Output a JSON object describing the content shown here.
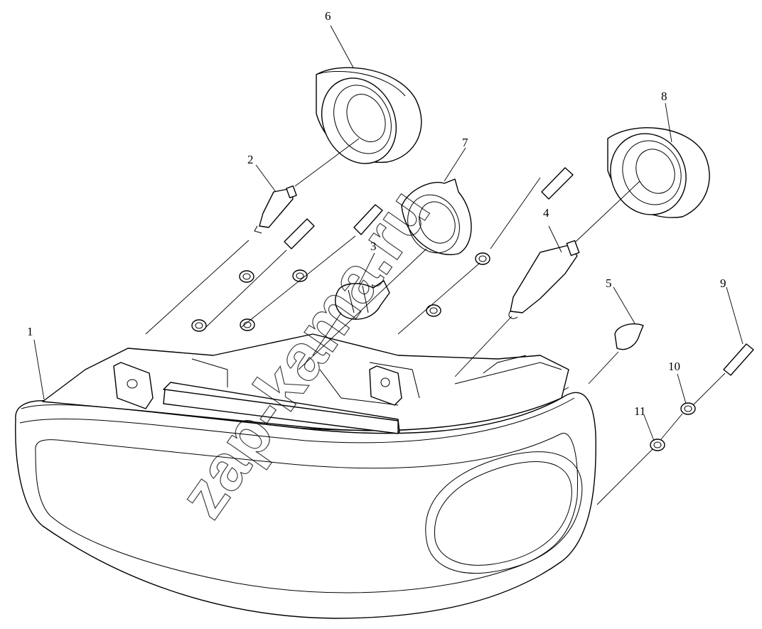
{
  "watermark": "zap-kama.ru",
  "callouts": [
    "1",
    "2",
    "3",
    "4",
    "5",
    "6",
    "7",
    "8",
    "9",
    "10",
    "11"
  ]
}
